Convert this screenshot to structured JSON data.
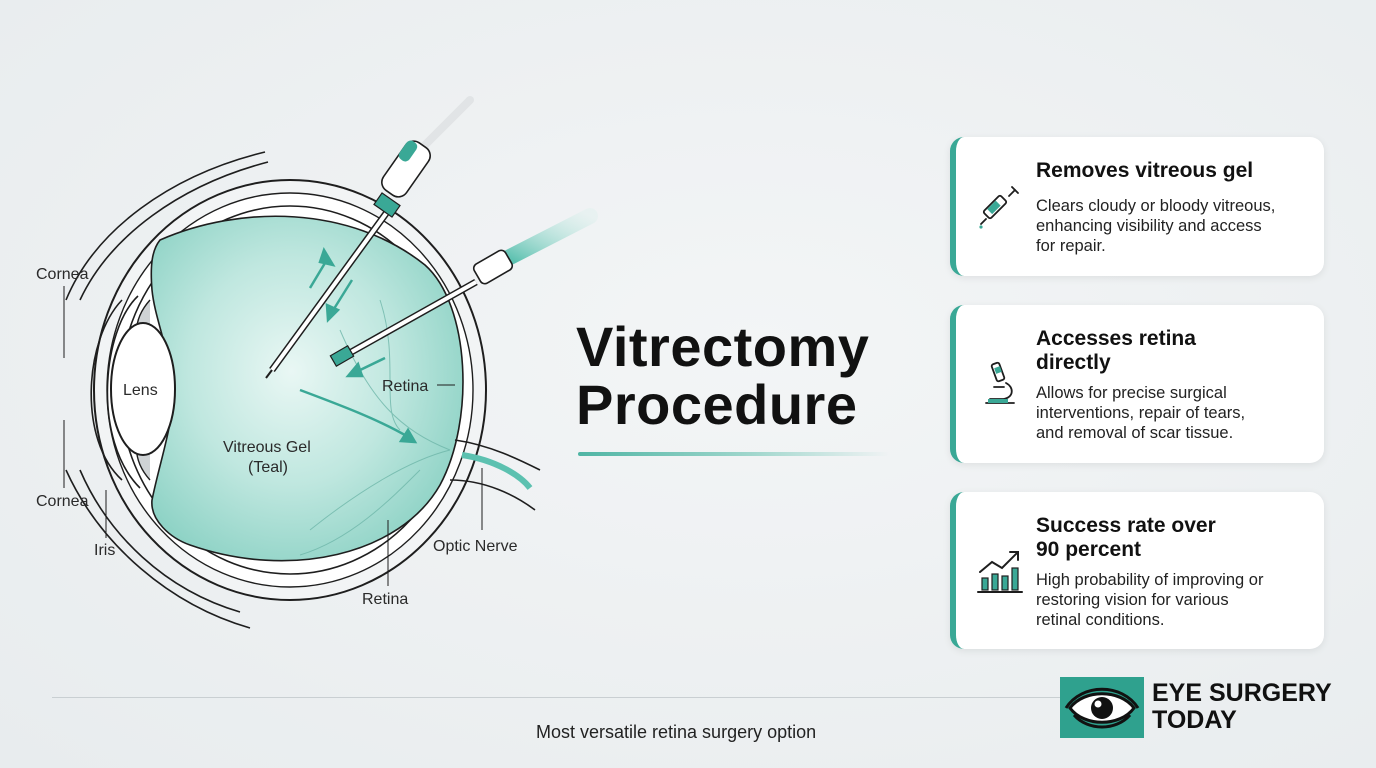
{
  "title": {
    "line1": "Vitrectomy",
    "line2": "Procedure"
  },
  "diagram_labels": {
    "cornea_top": "Cornea",
    "cornea_bottom": "Cornea",
    "lens": "Lens",
    "iris": "Iris",
    "vitreous_line1": "Vitreous Gel",
    "vitreous_line2": "(Teal)",
    "retina_right": "Retina",
    "retina_bottom": "Retina",
    "optic_nerve": "Optic Nerve"
  },
  "cards": [
    {
      "icon": "syringe-icon",
      "title": "Removes vitreous gel",
      "body": [
        "Clears cloudy or bloody vitreous,",
        "enhancing visibility and access",
        "for repair."
      ]
    },
    {
      "icon": "microscope-icon",
      "title": [
        "Accesses retina",
        "directly"
      ],
      "body": [
        "Allows for precise surgical",
        "interventions, repair of tears,",
        "and removal of scar tissue."
      ]
    },
    {
      "icon": "growth-chart-icon",
      "title": [
        "Success rate over",
        "90 percent"
      ],
      "body": [
        "High probability of improving or",
        "restoring vision for various",
        "retinal conditions."
      ]
    }
  ],
  "footer": {
    "tagline": "Most versatile retina surgery option"
  },
  "brand": {
    "line1": "EYE SURGERY",
    "line2": "TODAY"
  },
  "colors": {
    "accent": "#3aa896",
    "vitreous": "#bfe7df",
    "logo": "#2fa18e"
  }
}
